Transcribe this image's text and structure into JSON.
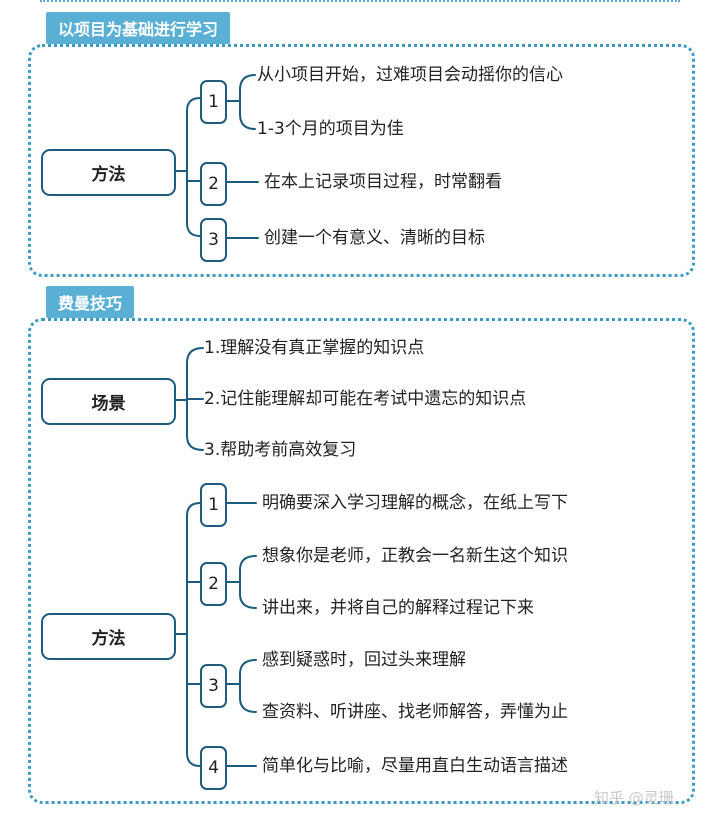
{
  "section1": {
    "title": "以项目为基础进行学习",
    "method_label": "方法",
    "items": [
      {
        "num": "1",
        "lines": [
          "从小项目开始，过难项目会动摇你的信心",
          "1-3个月的项目为佳"
        ]
      },
      {
        "num": "2",
        "lines": [
          "在本上记录项目过程，时常翻看"
        ]
      },
      {
        "num": "3",
        "lines": [
          "创建一个有意义、清晰的目标"
        ]
      }
    ]
  },
  "section2": {
    "title": "费曼技巧",
    "scene_label": "场景",
    "scenes": [
      "1.理解没有真正掌握的知识点",
      "2.记住能理解却可能在考试中遗忘的知识点",
      "3.帮助考前高效复习"
    ],
    "method_label": "方法",
    "items": [
      {
        "num": "1",
        "lines": [
          "明确要深入学习理解的概念，在纸上写下"
        ]
      },
      {
        "num": "2",
        "lines": [
          "想象你是老师，正教会一名新生这个知识",
          "讲出来，并将自己的解释过程记下来"
        ]
      },
      {
        "num": "3",
        "lines": [
          "感到疑惑时，回过头来理解",
          "查资料、听讲座、找老师解答，弄懂为止"
        ]
      },
      {
        "num": "4",
        "lines": [
          "简单化与比喻，尽量用直白生动语言描述"
        ]
      }
    ]
  },
  "watermark": "知乎 @灵珊",
  "colors": {
    "accent": "#5ab0d4",
    "border": "#1b5c80",
    "dotted": "#3a9bc7"
  }
}
